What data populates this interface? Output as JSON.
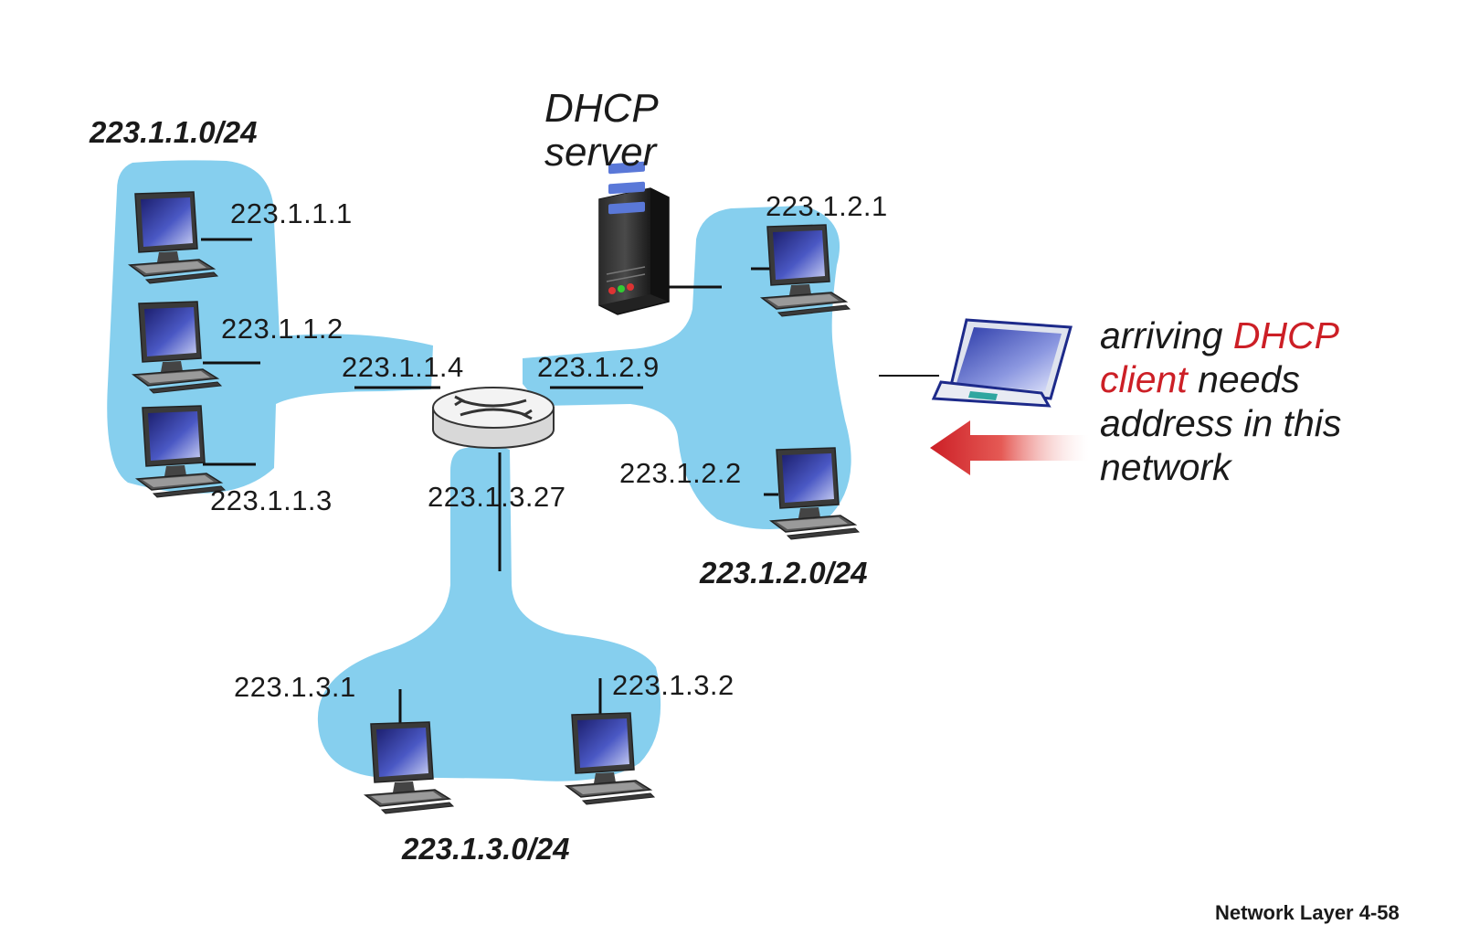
{
  "colors": {
    "subnet_fill": "#86cfee",
    "accent_red": "#cc1f26",
    "text": "#1a1a1a"
  },
  "dhcp_server": {
    "line1": "DHCP",
    "line2": "server"
  },
  "subnets": {
    "s1": "223.1.1.0/24",
    "s2": "223.1.2.0/24",
    "s3": "223.1.3.0/24"
  },
  "interfaces": {
    "h111": "223.1.1.1",
    "h112": "223.1.1.2",
    "h113": "223.1.1.3",
    "r114": "223.1.1.4",
    "r129": "223.1.2.9",
    "r1327": "223.1.3.27",
    "h121": "223.1.2.1",
    "h122": "223.1.2.2",
    "h131": "223.1.3.1",
    "h132": "223.1.3.2"
  },
  "client_note": {
    "w1": "arriving",
    "w2": "DHCP",
    "w3": "client",
    "w4": "needs",
    "line3": "address in this",
    "line4": "network"
  },
  "footer": "Network Layer   4-58"
}
